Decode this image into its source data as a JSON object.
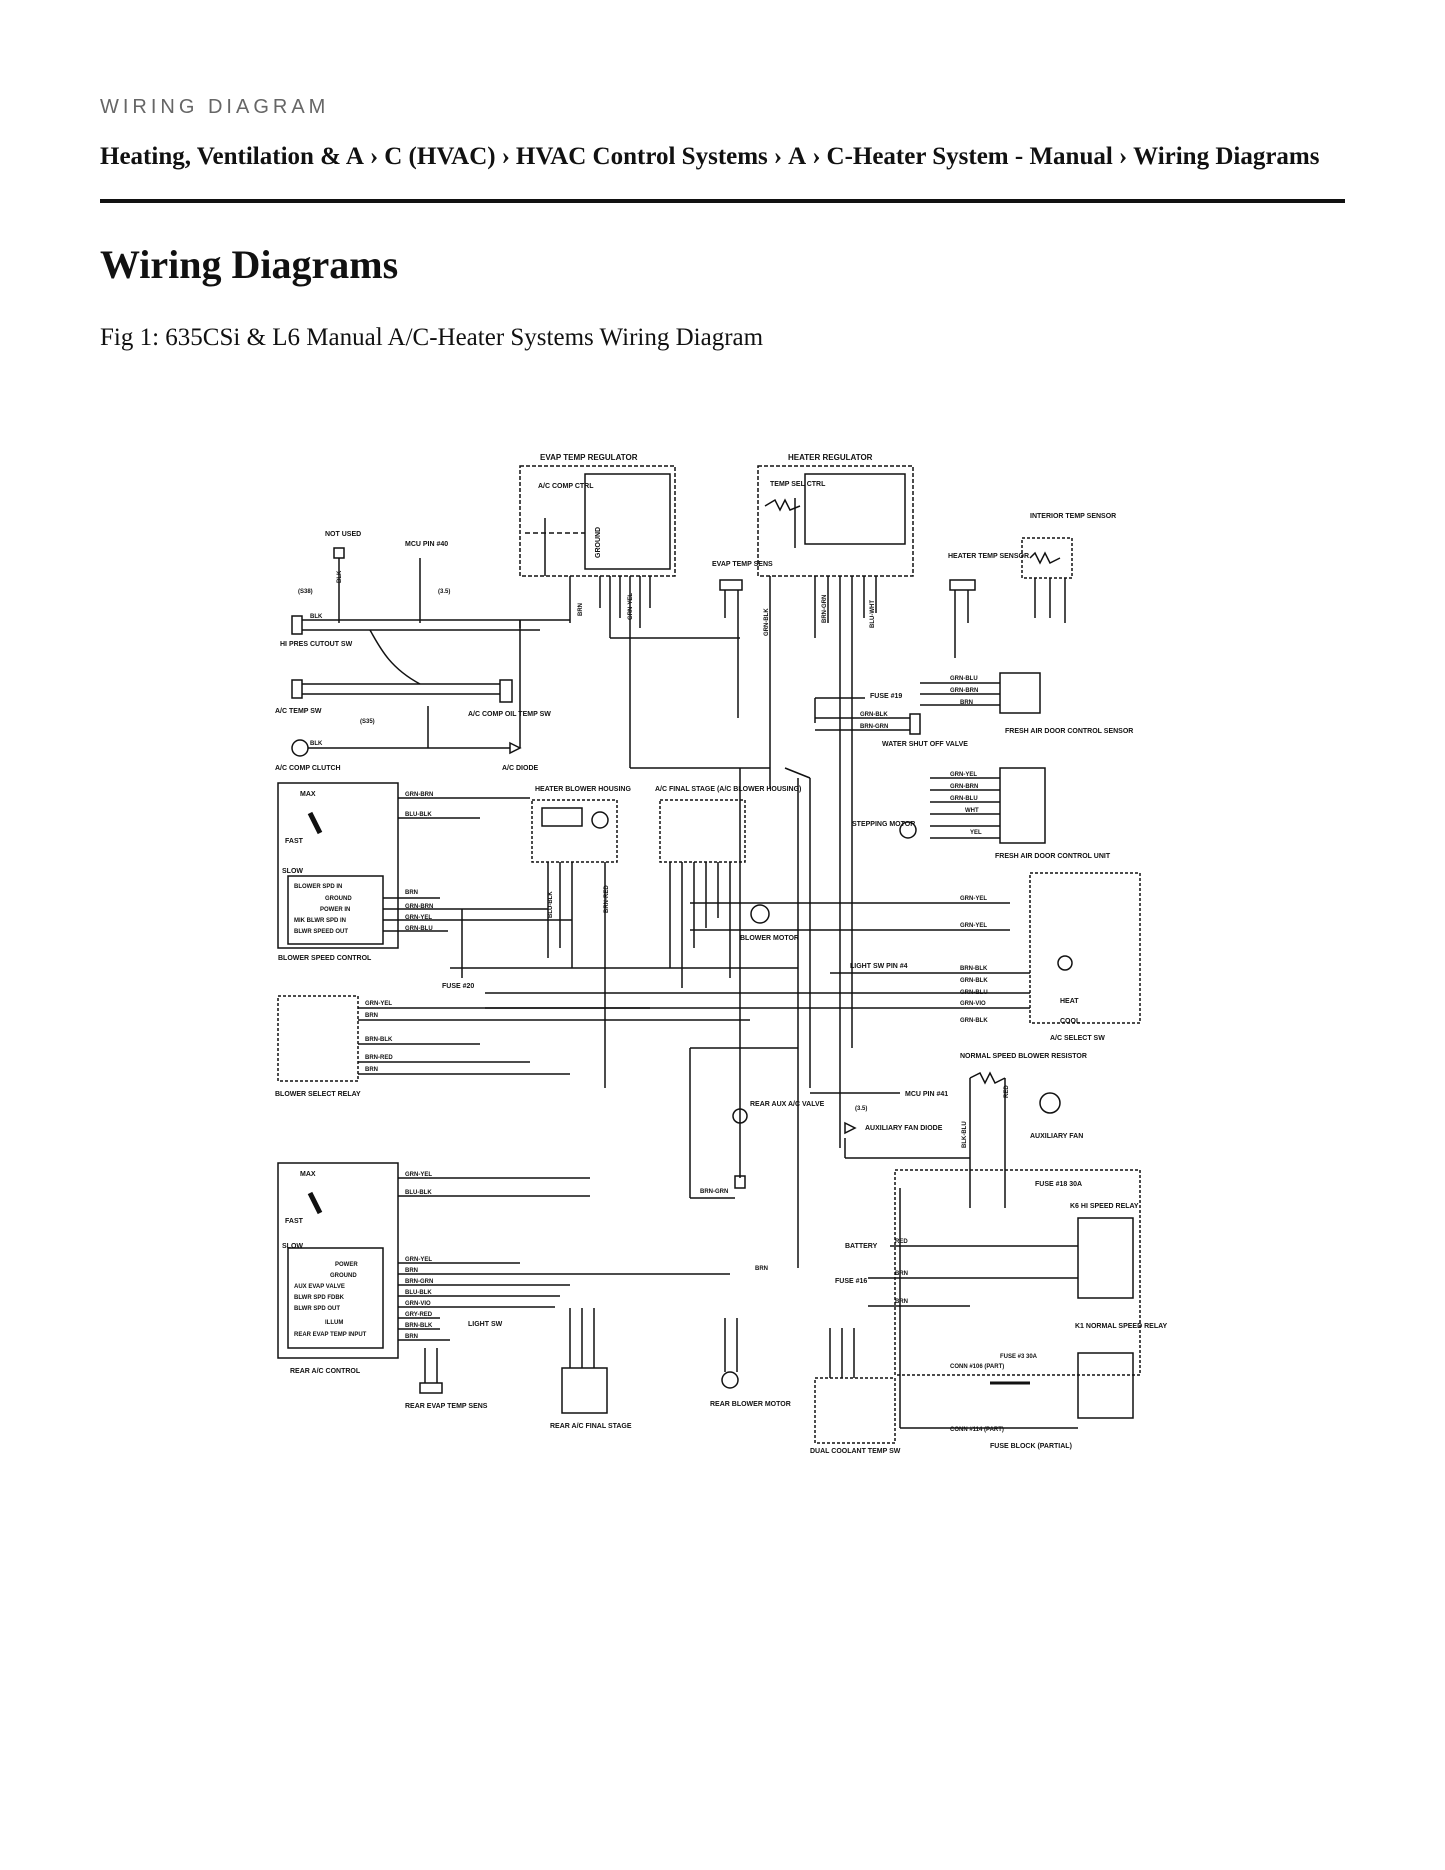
{
  "header": {
    "kicker": "WIRING DIAGRAM",
    "breadcrumb": [
      "Heating, Ventilation & A",
      "C (HVAC)",
      "HVAC Control Systems",
      "A",
      "C-Heater System - Manual",
      "Wiring Diagrams"
    ],
    "separator": "›"
  },
  "title": "Wiring Diagrams",
  "figure_caption": "Fig 1: 635CSi & L6 Manual A/C-Heater Systems Wiring Diagram",
  "diagram": {
    "components": {
      "evap_temp_regulator": "EVAP TEMP REGULATOR",
      "heater_regulator": "HEATER REGULATOR",
      "interior_temp_sensor": "INTERIOR TEMP SENSOR",
      "heater_temp_sensor": "HEATER TEMP SENSOR",
      "evap_temp_sens": "EVAP TEMP SENS",
      "not_used": "NOT USED",
      "mcu_pin_40": "MCU PIN #40",
      "hi_pres_cutout": "HI PRES CUTOUT SW",
      "ac_temp_sw": "A/C TEMP SW",
      "ac_comp_oil_temp": "A/C COMP OIL TEMP SW",
      "ac_comp_clutch": "A/C COMP CLUTCH",
      "ac_diode": "A/C DIODE",
      "fuse_19": "FUSE #19",
      "water_shutoff": "WATER SHUT OFF VALVE",
      "fresh_air_door_sensor": "FRESH AIR DOOR CONTROL SENSOR",
      "heater_blower_housing": "HEATER BLOWER HOUSING",
      "ac_final_stage": "A/C FINAL STAGE (A/C BLOWER HOUSING)",
      "stepping_motor": "STEPPING MOTOR",
      "fresh_air_door_unit": "FRESH AIR DOOR CONTROL UNIT",
      "blower_speed_control": "BLOWER SPEED CONTROL",
      "blower_motor": "BLOWER MOTOR",
      "fuse_20": "FUSE #20",
      "light_sw_pin4": "LIGHT SW PIN #4",
      "ac_select_sw": "A/C SELECT SW",
      "blower_select_relay": "BLOWER SELECT RELAY",
      "normal_speed_resistor": "NORMAL SPEED BLOWER RESISTOR",
      "mcu_pin_41": "MCU PIN #41",
      "auxiliary_fan_diode": "AUXILIARY FAN DIODE",
      "auxiliary_fan": "AUXILIARY FAN",
      "rear_aux_ac_valve": "REAR AUX A/C VALVE",
      "fuse_18": "FUSE #18 30A",
      "k6_relay": "K6 HI SPEED RELAY",
      "battery": "BATTERY",
      "fuse_16": "FUSE #16",
      "k1_relay": "K1 NORMAL SPEED RELAY",
      "conn_106": "CONN #106 (PART)",
      "fuse_3": "FUSE #3 30A",
      "conn_114": "CONN #114 (PART)",
      "fuse_block": "FUSE BLOCK (PARTIAL)",
      "dual_coolant": "DUAL COOLANT TEMP SW",
      "rear_ac_control": "REAR A/C CONTROL",
      "rear_evap_sens": "REAR EVAP TEMP SENS",
      "rear_final_stage": "REAR A/C FINAL STAGE",
      "rear_blower_motor": "REAR BLOWER MOTOR",
      "light_sw": "LIGHT SW"
    },
    "labels": {
      "max": "MAX",
      "fast": "FAST",
      "slow": "SLOW",
      "heat": "HEAT",
      "cool": "COOL",
      "ac_comp_ctrl": "A/C COMP CTRL",
      "temp_sel_ctrl": "TEMP SEL CTRL",
      "blower_spd_in": "BLOWER SPD IN",
      "ground": "GROUND",
      "power_in": "POWER IN",
      "mik_blwr": "MIK BLWR SPD IN",
      "blwr_speed_out": "BLWR SPEED OUT",
      "power": "POWER",
      "aux_evap_valve": "AUX EVAP VALVE",
      "blwr_spd_fdbk": "BLWR SPD FDBK",
      "blwr_spd_out": "BLWR SPD OUT",
      "illum": "ILLUM",
      "rear_evap_temp_input": "REAR EVAP TEMP INPUT",
      "wire_55": "(3.5)",
      "wire_s38": "(S38)",
      "wire_s35": "(S35)"
    },
    "wires": {
      "blk": "BLK",
      "brn": "BRN",
      "red": "RED",
      "grn_brn": "GRN-BRN",
      "blu_blk": "BLU-BLK",
      "grn_yel": "GRN-YEL",
      "grn_blu": "GRN-BLU",
      "brn_blk": "BRN-BLK",
      "brn_red": "BRN-RED",
      "grn_blk": "GRN-BLK",
      "brn_grn": "BRN-GRN",
      "blu_wht": "BLU-WHT",
      "grn_vio": "GRN-VIO",
      "gry_red": "GRY-RED",
      "blk_blu": "BLK-BLU",
      "wht": "WHT",
      "yel": "YEL"
    }
  }
}
